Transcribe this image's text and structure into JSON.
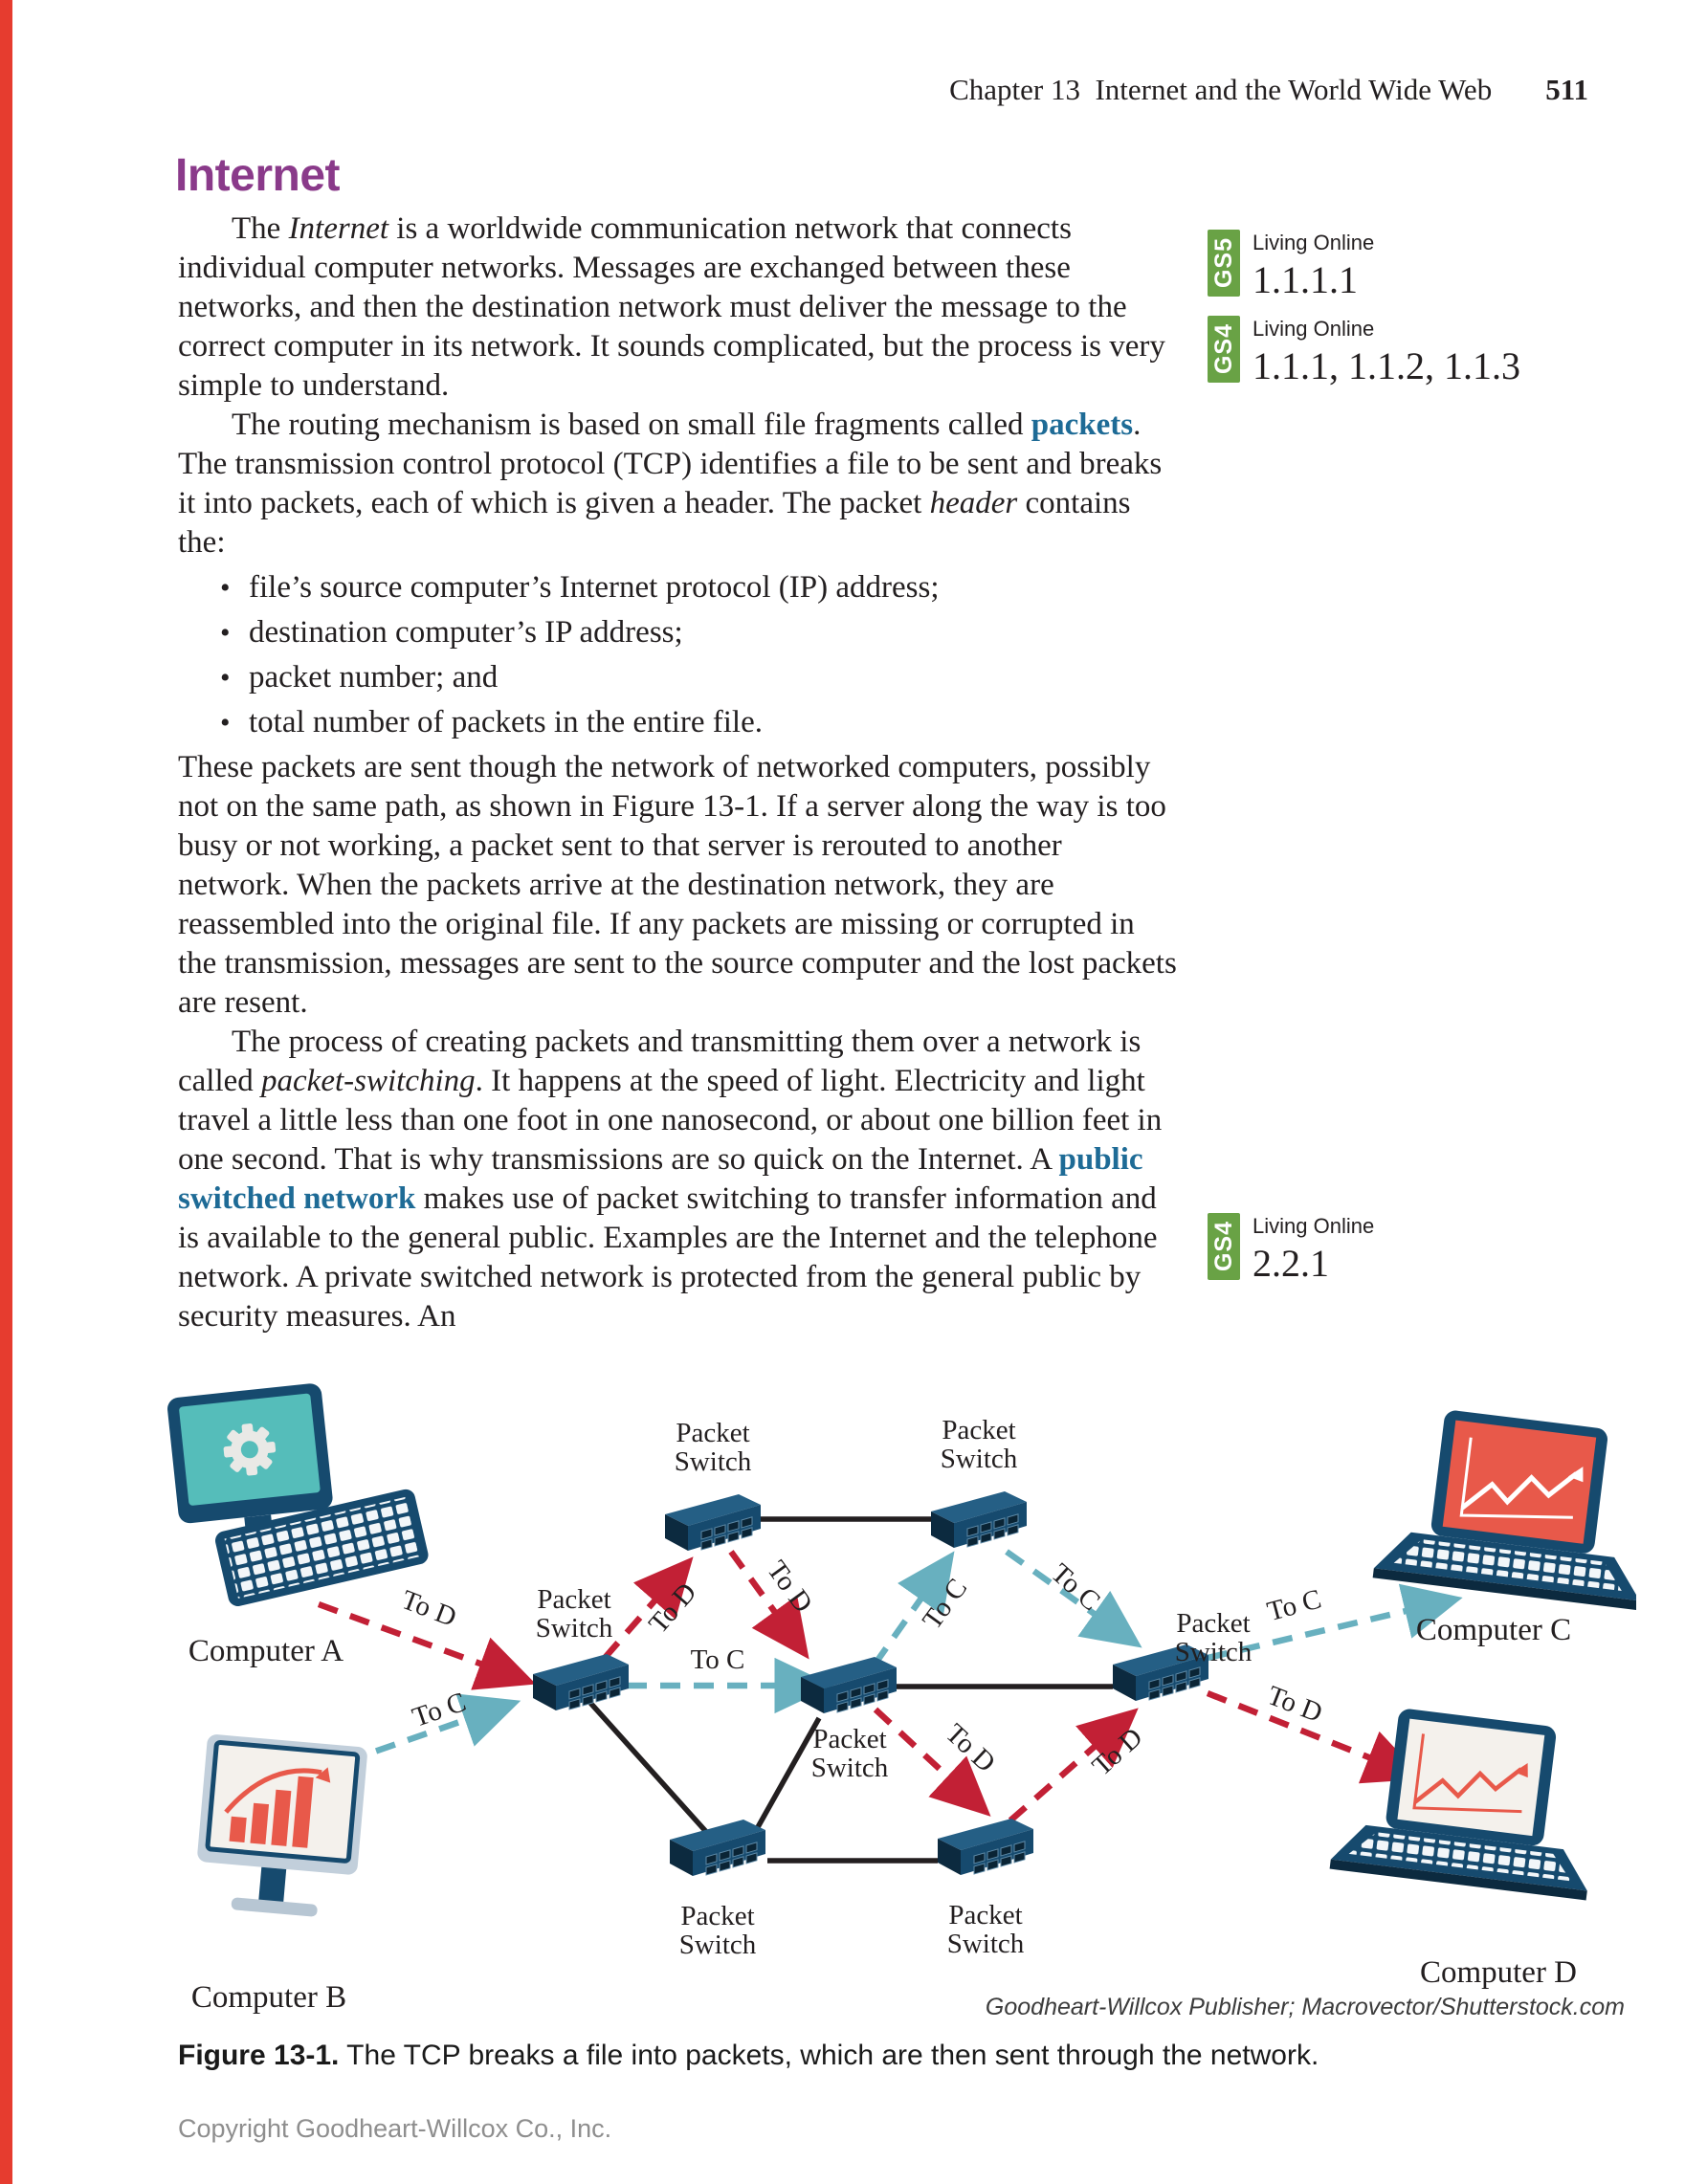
{
  "header": {
    "chapter": "Chapter 13  Internet and the World Wide Web",
    "page_number": "511"
  },
  "heading": "Internet",
  "paragraphs": {
    "p1": {
      "pre": "The ",
      "italic": "Internet",
      "post": " is a worldwide communication network that connects individual computer networks. Messages are exchanged between these networks, and then the destination network must deliver the message to the correct computer in its network. It sounds complicated, but the process is very simple to understand."
    },
    "p2": {
      "pre": "The routing mechanism is based on small file fragments called ",
      "term": "packets",
      "mid": ". The transmission control protocol (TCP) identifies a file to be sent and breaks it into packets, each of which is given a header. The packet ",
      "italic": "header",
      "post": " contains the:"
    },
    "bullets": {
      "marker": "•",
      "items": [
        "file’s source computer’s Internet protocol (IP) address;",
        "destination computer’s IP address;",
        "packet number; and",
        "total number of packets in the entire file."
      ]
    },
    "p3": "These packets are sent though the network of networked computers, possibly not on the same path, as shown in Figure 13-1. If a server along the way is too busy or not working, a packet sent to that server is rerouted to another network. When the packets arrive at the destination network, they are reassembled into the original file. If any packets are missing or corrupted in the transmission, messages are sent to the source computer and the lost packets are resent.",
    "p4": {
      "pre": "The process of creating packets and transmitting them over a network is called ",
      "italic": "packet-switching",
      "mid": ". It happens at the speed of light. Electricity and light travel a little less than one foot in one nanosecond, or about one billion feet in one second. That is why transmissions are so quick on the Internet. A ",
      "term": "public switched network",
      "post": " makes use of packet switching to transfer information and is available to the general public. Examples are the Internet and the telephone network. A private switched network is protected from the general public by security measures. An"
    }
  },
  "badges": [
    {
      "code": "GS5",
      "label": "Living Online",
      "standards": "1.1.1.1"
    },
    {
      "code": "GS4",
      "label": "Living Online",
      "standards": "1.1.1, 1.1.2, 1.1.3"
    },
    {
      "code": "GS4",
      "label": "Living Online",
      "standards": "2.2.1"
    }
  ],
  "figure": {
    "switch_line1": "Packet",
    "switch_line2": "Switch",
    "route_to_c": "To C",
    "route_to_d": "To D",
    "computers": {
      "a": "Computer A",
      "b": "Computer B",
      "c": "Computer C",
      "d": "Computer D"
    },
    "attribution": "Goodheart-Willcox Publisher; Macrovector/Shutterstock.com",
    "caption_label": "Figure 13-1.",
    "caption_text": " The TCP breaks a file into packets, which are then sent through the network."
  },
  "footer": {
    "copyright": "Copyright Goodheart-Willcox Co., Inc."
  },
  "colors": {
    "accent_purple": "#8a3a8a",
    "term_teal": "#1e6b96",
    "badge_green": "#69a245",
    "arrow_red": "#c22035",
    "arrow_teal": "#68b0bf",
    "device_navy": "#164a6e",
    "screen_teal": "#55bdba",
    "chart_red": "#e8594a",
    "edge_stripe_red": "#e63c2f"
  }
}
